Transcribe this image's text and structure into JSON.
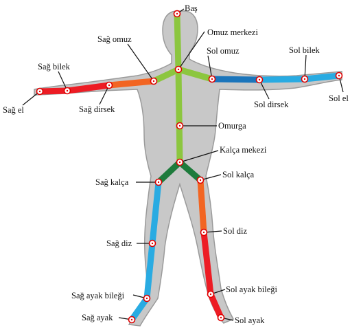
{
  "joints": {
    "head": "Baş",
    "shoulder_center": "Omuz merkezi",
    "shoulder_right": "Sağ omuz",
    "shoulder_left": "Sol omuz",
    "wrist_right": "Sağ bilek",
    "wrist_left": "Sol bilek",
    "hand_right": "Sağ el",
    "hand_left": "Sol el",
    "elbow_right": "Sağ dirsek",
    "elbow_left": "Sol dirsek",
    "spine": "Omurga",
    "hip_center": "Kalça mekezi",
    "hip_right": "Sağ kalça",
    "hip_left": "Sol kalça",
    "knee_right": "Sağ diz",
    "knee_left": "Sol diz",
    "ankle_right": "Sağ ayak bileği",
    "ankle_left": "Sol ayak bileği",
    "foot_right": "Sağ ayak",
    "foot_left": "Sol ayak"
  },
  "colors": {
    "silhouette": "#c8c8c8",
    "silhouette_outline": "#9a9a9a",
    "spine": "#8cc63f",
    "hip_branch": "#1e7b3c",
    "right_upper_arm": "#f26522",
    "right_forearm": "#ed1c24",
    "left_upper_arm": "#1b75bb",
    "left_forearm": "#29abe2",
    "right_leg": "#29abe2",
    "left_leg_upper": "#f26522",
    "left_leg_lower": "#ed1c24",
    "joint": "#e00000"
  }
}
